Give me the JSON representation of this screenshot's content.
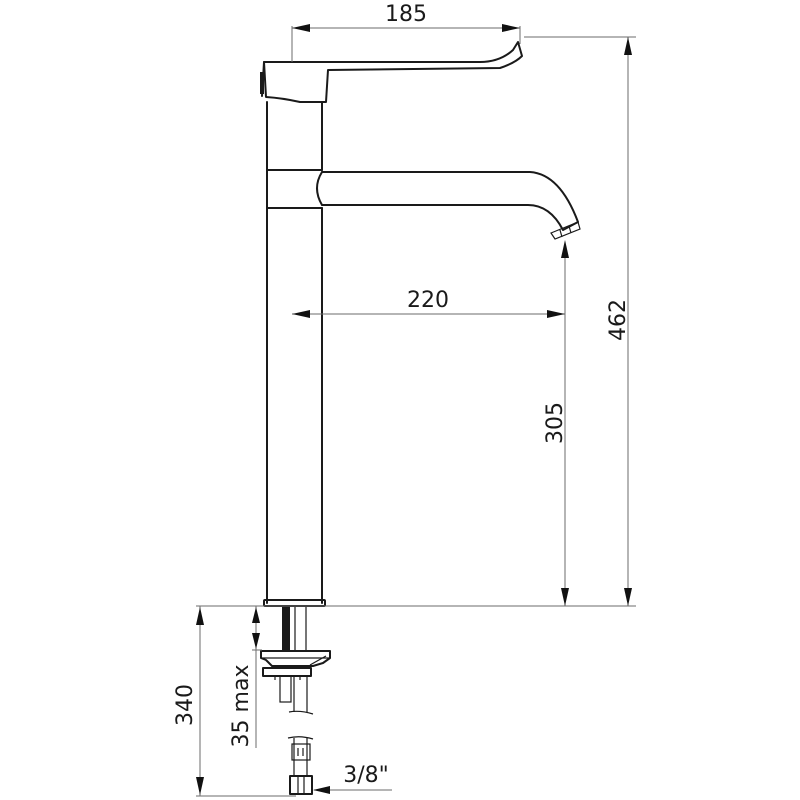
{
  "drawing": {
    "subject": "tall mixer tap with lever handle",
    "colors": {
      "line": "#1a1a1a",
      "dimension_line": "#6b6b6b",
      "background": "#ffffff"
    },
    "dimensions": {
      "handle_length": "185",
      "spout_reach": "220",
      "spout_height": "305",
      "overall_height": "462",
      "flexible_hose_length": "340",
      "max_deck_thickness": "35 max",
      "connection_thread": "3/8\""
    }
  }
}
